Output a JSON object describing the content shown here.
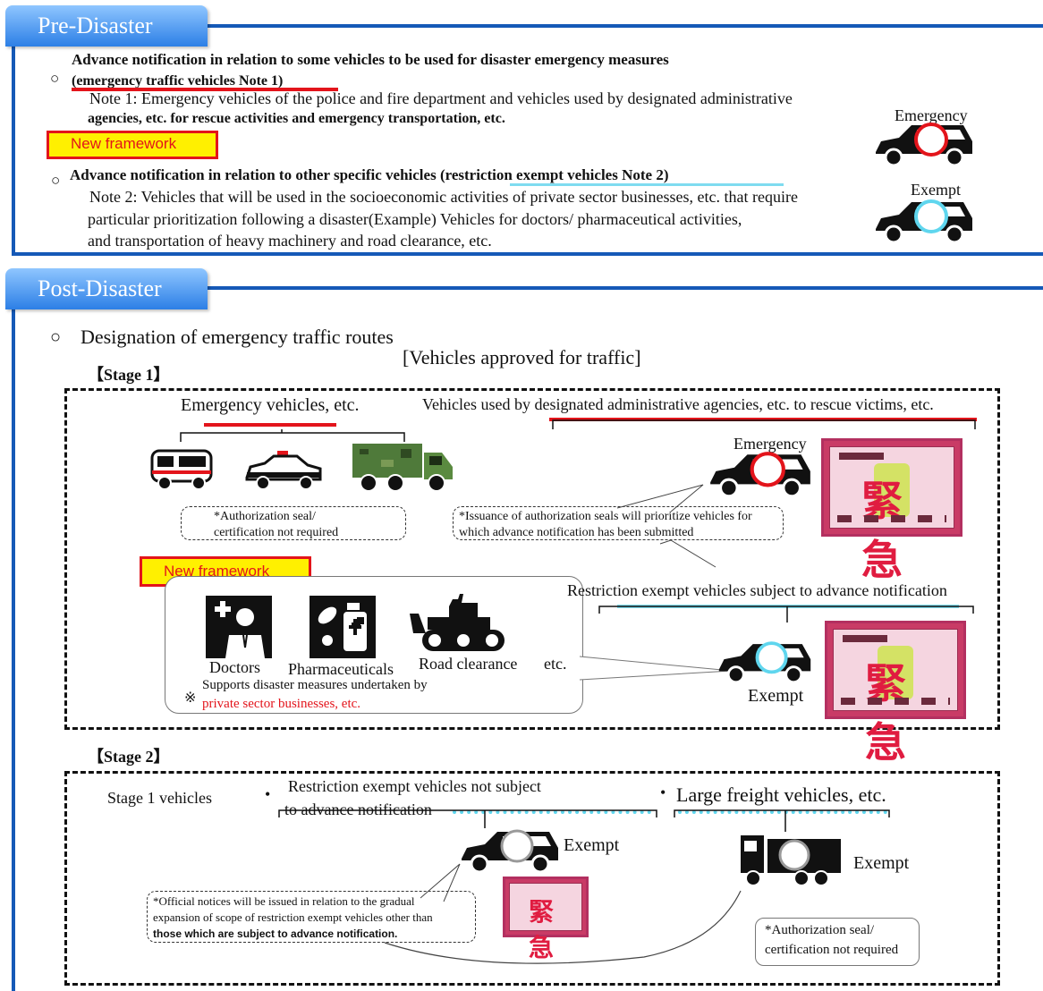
{
  "pre": {
    "tab": "Pre-Disaster",
    "item1_title": "Advance notification in relation to some vehicles to be used for disaster emergency measures",
    "item1_sub": "(emergency traffic vehicles Note 1)",
    "note1_line1": "Note 1: Emergency vehicles of the police and fire department and vehicles used by designated administrative",
    "note1_line2": "agencies, etc. for rescue activities and emergency transportation, etc.",
    "new_framework": "New framework",
    "item2_title": "Advance notification in relation to other specific vehicles ",
    "item2_sub": "(restriction exempt vehicles Note 2)",
    "note2_line1": "Note 2: Vehicles that will be used in the socioeconomic activities of private sector businesses, etc. that require",
    "note2_line2": "particular prioritization following a disaster(Example) Vehicles for doctors/ pharmaceutical activities,",
    "note2_line3": "and transportation of heavy machinery and road clearance, etc.",
    "emergency_label": "Emergency",
    "exempt_label": "Exempt"
  },
  "post": {
    "tab": "Post-Disaster",
    "bullet": "Designation of emergency traffic routes",
    "vehicles_approved": "[Vehicles approved for traffic]",
    "stage1": "【Stage 1】",
    "stage2": "【Stage 2】",
    "s1": {
      "emergency_vehicles": "Emergency vehicles, etc.",
      "rescue_vehicles": "Vehicles used by designated administrative agencies, etc. to rescue victims, etc.",
      "seal_not_required_1": "*Authorization seal/",
      "seal_not_required_2": "certification not required",
      "issuance_1": "*Issuance of authorization seals will prioritize vehicles for",
      "issuance_2": "which advance notification has been submitted",
      "emergency_label": "Emergency",
      "new_framework": "New framework",
      "restriction_exempt": "Restriction exempt vehicles subject to advance notification",
      "doctors": "Doctors",
      "pharmaceuticals": "Pharmaceuticals",
      "road_clearance": "Road clearance",
      "etc": "etc.",
      "supports": "Supports disaster measures undertaken by",
      "private_sector": "private sector businesses, etc.",
      "note_mark": "※",
      "exempt_label": "Exempt",
      "seal_text": "緊急"
    },
    "s2": {
      "stage1_vehicles": "Stage 1 vehicles",
      "restriction_not_subject_1": "Restriction exempt vehicles not subject",
      "restriction_not_subject_2": "to advance notification",
      "large_freight": "Large freight vehicles, etc.",
      "exempt_label_1": "Exempt",
      "exempt_label_2": "Exempt",
      "official_1": "*Official notices will be issued in relation to the gradual",
      "official_2": "expansion of scope of restriction exempt vehicles other than",
      "official_3": "those which are subject to advance notification.",
      "seal_not_required_1": "*Authorization seal/",
      "seal_not_required_2": "certification not required",
      "seal_text": "緊急"
    }
  },
  "colors": {
    "tab_blue": "#2c7fe6",
    "rule_blue": "#1559b7",
    "highlight_red": "#e3141b",
    "highlight_yellow": "#fff000",
    "exempt_cyan": "#5fd6ee",
    "seal_pink": "#c93b66"
  }
}
